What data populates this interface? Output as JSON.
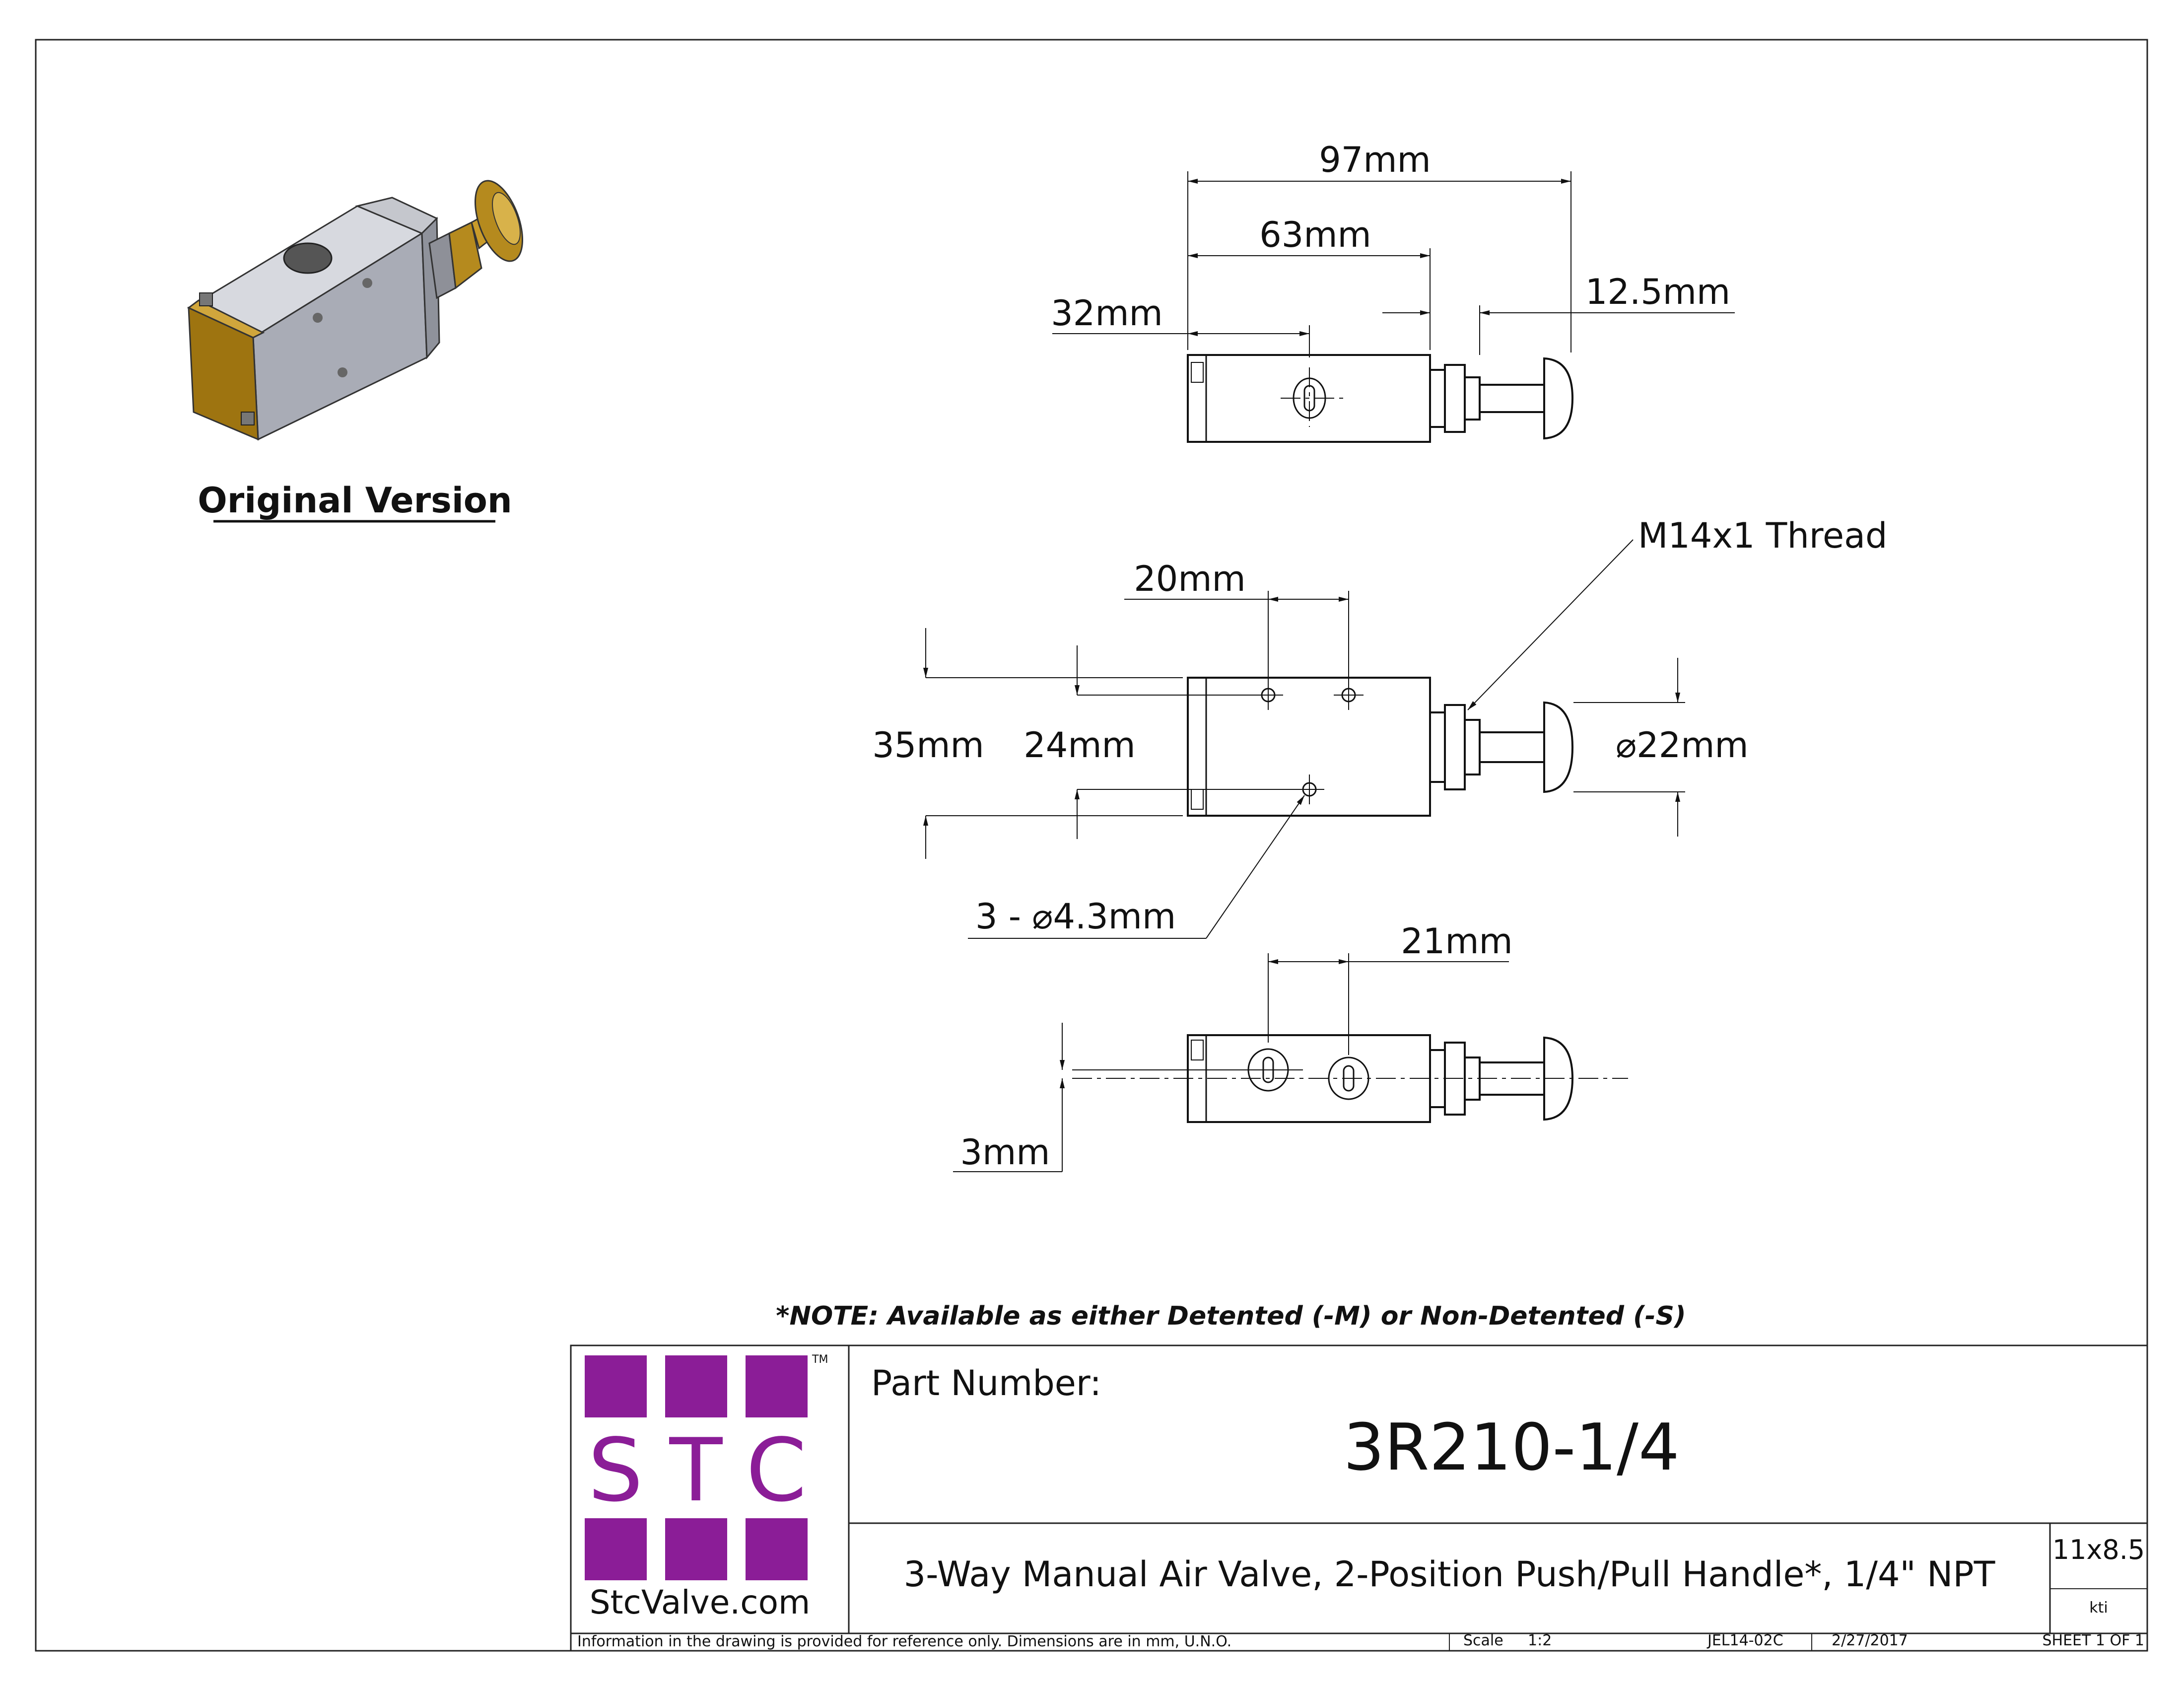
{
  "iso_view": {
    "caption": "Original Version"
  },
  "top_view": {
    "dim_overall": "97mm",
    "dim_body": "63mm",
    "dim_port": "32mm",
    "dim_bushing": "12.5mm"
  },
  "front_view": {
    "dim_hole_spacing": "20mm",
    "dim_height": "35mm",
    "dim_hole_vertical": "24mm",
    "thread_callout": "M14x1 Thread",
    "dim_knob_dia_symbol": "⌀",
    "dim_knob_dia": "22mm",
    "holes_prefix": "3 - ",
    "holes_symbol": "⌀",
    "holes_dia": "4.3mm"
  },
  "bottom_view": {
    "dim_port_spacing": "21mm",
    "dim_offset": "3mm"
  },
  "note": "*NOTE: Available as either Detented (-M) or Non-Detented (-S)",
  "title_block": {
    "logo_letters": [
      "S",
      "T",
      "C"
    ],
    "logo_tm": "TM",
    "logo_site": "StcValve.com",
    "part_number_label": "Part Number:",
    "part_number": "3R210-1/4",
    "description": "3-Way Manual Air Valve, 2-Position Push/Pull Handle*, 1/4\" NPT",
    "sheet_size": "11x8.5",
    "drawn_by": "kti",
    "disclaimer": "Information in the drawing is provided for reference only. Dimensions are in mm, U.N.O.",
    "scale_label": "Scale",
    "scale_value": "1:2",
    "drawing_number": "JEL14-02C",
    "date": "2/27/2017",
    "sheet": "SHEET 1 OF 1"
  },
  "colors": {
    "logo_purple": "#8b1d97",
    "body_grey": "#a9acb6",
    "brass": "#b58a1e"
  }
}
